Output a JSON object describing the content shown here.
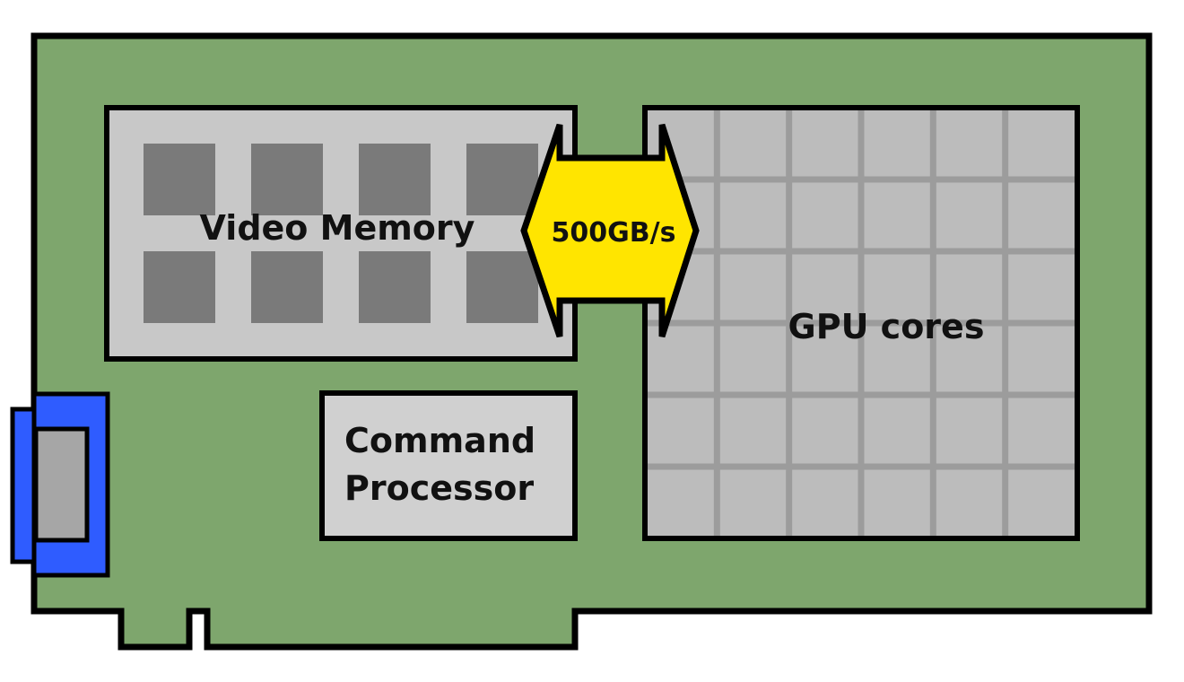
{
  "labels": {
    "video_memory": "Video Memory",
    "bandwidth": "500GB/s",
    "gpu_cores": "GPU cores",
    "command_processor_line1": "Command",
    "command_processor_line2": "Processor"
  },
  "colors": {
    "board": "#7ea66d",
    "outline": "#000000",
    "memory_panel": "#c8c8c8",
    "memory_chip": "#7a7a7a",
    "cores_panel": "#bcbcbc",
    "cores_grid": "#9c9c9c",
    "command_box": "#d0d0d0",
    "bandwidth_arrow": "#ffe500",
    "connector_outer": "#2f5cff",
    "connector_inner": "#a6a6a6"
  },
  "memory_chip_grid": {
    "rows": 2,
    "cols": 4
  },
  "core_grid": {
    "rows": 6,
    "cols": 6
  }
}
